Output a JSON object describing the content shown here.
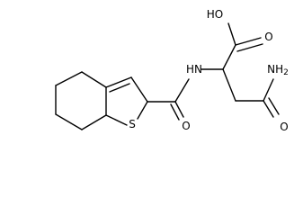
{
  "molecule": {
    "atoms": {
      "hydroxyl": "HO",
      "carbonyl_oxygen_acid": "O",
      "amide_nitrogen": "HN",
      "sulfur": "S",
      "carbonyl_oxygen_benzamide": "O",
      "amide_nh2": "NH2",
      "amide_nh2_text": "NH",
      "amide_nh2_subscript": "2",
      "carbonyl_oxygen_amide": "O"
    },
    "colors": {
      "bonds": "#000000",
      "labels": "#000000",
      "background": "#ffffff"
    }
  }
}
